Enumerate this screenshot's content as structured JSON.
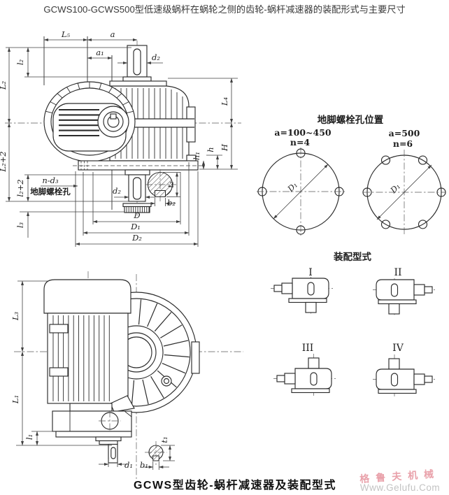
{
  "page": {
    "title": "GCWS100-GCWS500型低速级蜗杆在蜗轮之侧的齿轮-蜗杆减速器的装配形式与主要尺寸",
    "caption": "GCWS型齿轮-蜗杆减速器及装配型式"
  },
  "watermark": {
    "brand": "格鲁夫机械",
    "url": "Www.Gelufu.Com"
  },
  "colors": {
    "line": "#2b2b2b",
    "dim": "#3f3f3f",
    "watermark_pink": "#e9a2ab",
    "watermark_gray": "#c3c3c3"
  },
  "front": {
    "L5": "L₅",
    "a": "a",
    "a1": "a₁",
    "d2_top": "d₂",
    "l2": "l₂",
    "L2": "L₂",
    "L2_plus": "L₂+2",
    "l2_plus": "l₂+2",
    "l3": "l₃",
    "n_d3": "n-d₃",
    "foot_label": "地脚螺栓孔",
    "d2_bot": "d₂",
    "t2": "t₂",
    "b2": "b₂",
    "D": "D",
    "D1": "D₁",
    "D2": "D₂",
    "h1": "h₁",
    "h": "h",
    "H": "H",
    "L4": "L₄"
  },
  "bolt": {
    "title": "地脚螺栓孔位置",
    "left_range": "a=100~450",
    "left_n": "n=4",
    "left_D": "D₁",
    "right_range": "a=500",
    "right_n": "n=6",
    "right_D": "D₁"
  },
  "assembly": {
    "title": "装配型式",
    "t1": "I",
    "t2": "II",
    "t3": "III",
    "t4": "IV"
  },
  "side": {
    "L3": "L₃",
    "L1": "L₁",
    "l1": "l₁",
    "d1": "d₁",
    "b1": "b₁",
    "t1": "t₁"
  }
}
